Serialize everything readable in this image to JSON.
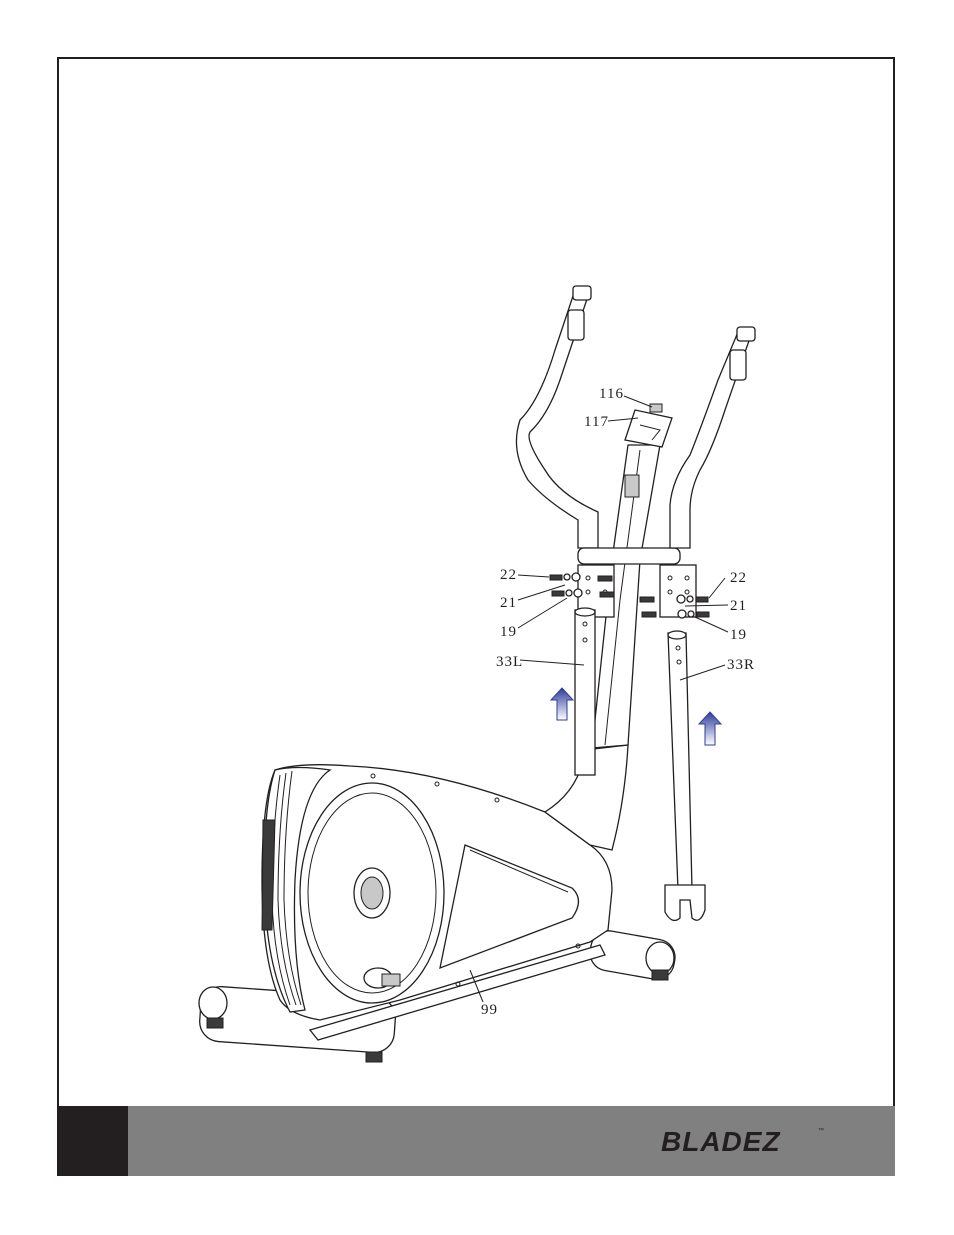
{
  "footer": {
    "brand": "BLADEZ",
    "brand_tm": "™",
    "accent_dark": "#231f20",
    "accent_gray": "#808080"
  },
  "diagram": {
    "callouts": {
      "c116": "116",
      "c117": "117",
      "c22_left": "22",
      "c21_left": "21",
      "c19_left": "19",
      "c33L": "33L",
      "c22_right": "22",
      "c21_right": "21",
      "c19_right": "19",
      "c33R": "33R",
      "c99": "99"
    },
    "arrow_color": "#3a4fb0"
  }
}
